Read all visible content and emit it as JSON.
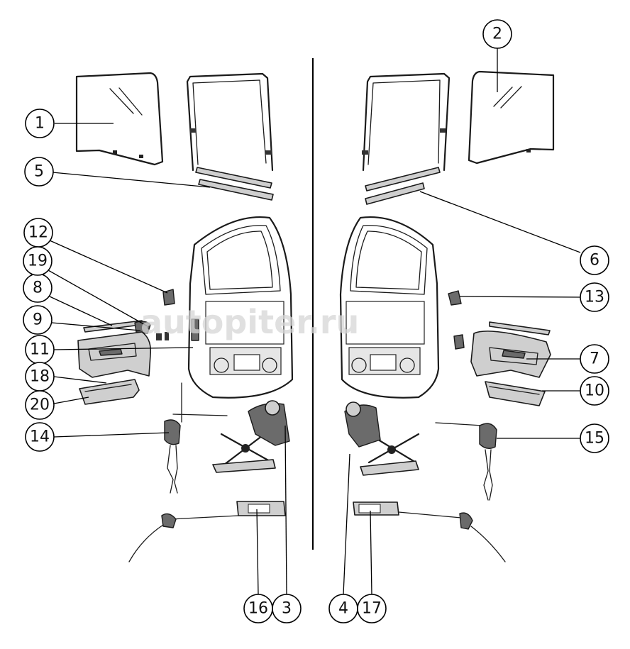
{
  "diagram": {
    "callouts": [
      {
        "id": "c1",
        "label": "1"
      },
      {
        "id": "c2",
        "label": "2"
      },
      {
        "id": "c3",
        "label": "3"
      },
      {
        "id": "c4",
        "label": "4"
      },
      {
        "id": "c5",
        "label": "5"
      },
      {
        "id": "c6",
        "label": "6"
      },
      {
        "id": "c7",
        "label": "7"
      },
      {
        "id": "c8",
        "label": "8"
      },
      {
        "id": "c9",
        "label": "9"
      },
      {
        "id": "c10",
        "label": "10"
      },
      {
        "id": "c11",
        "label": "11"
      },
      {
        "id": "c12",
        "label": "12"
      },
      {
        "id": "c13",
        "label": "13"
      },
      {
        "id": "c14",
        "label": "14"
      },
      {
        "id": "c15",
        "label": "15"
      },
      {
        "id": "c16",
        "label": "16"
      },
      {
        "id": "c17",
        "label": "17"
      },
      {
        "id": "c18",
        "label": "18"
      },
      {
        "id": "c19",
        "label": "19"
      },
      {
        "id": "c20",
        "label": "20"
      }
    ],
    "watermark": "autopiter.ru"
  }
}
